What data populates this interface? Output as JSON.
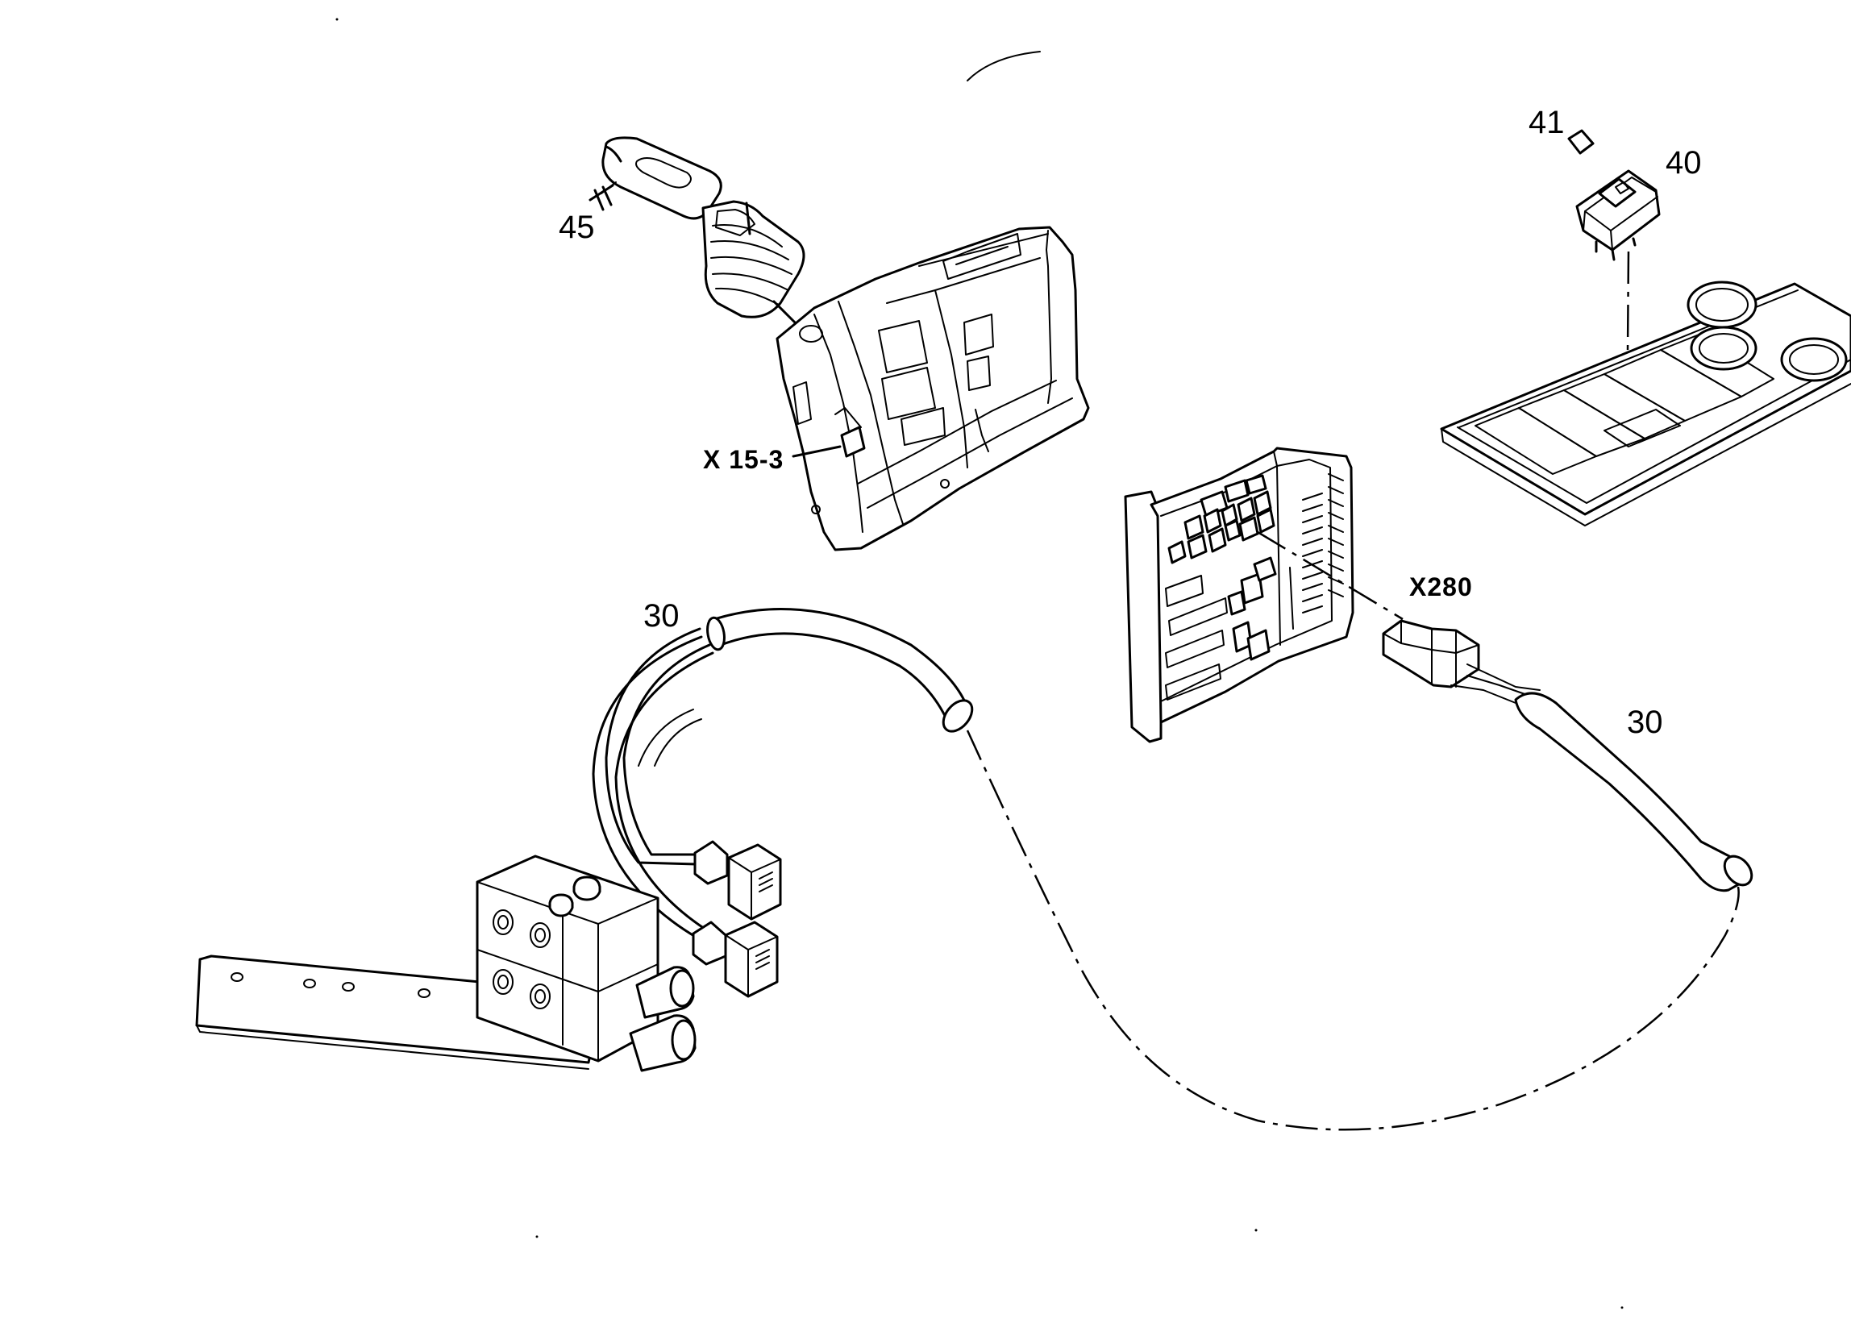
{
  "labels": {
    "part_45": "45",
    "part_41": "41",
    "part_40": "40",
    "connector_x15_3": "X 15-3",
    "connector_x280": "X280",
    "cable_30_left": "30",
    "cable_30_right": "30"
  },
  "colors": {
    "line": "#000000",
    "background": "#ffffff"
  }
}
